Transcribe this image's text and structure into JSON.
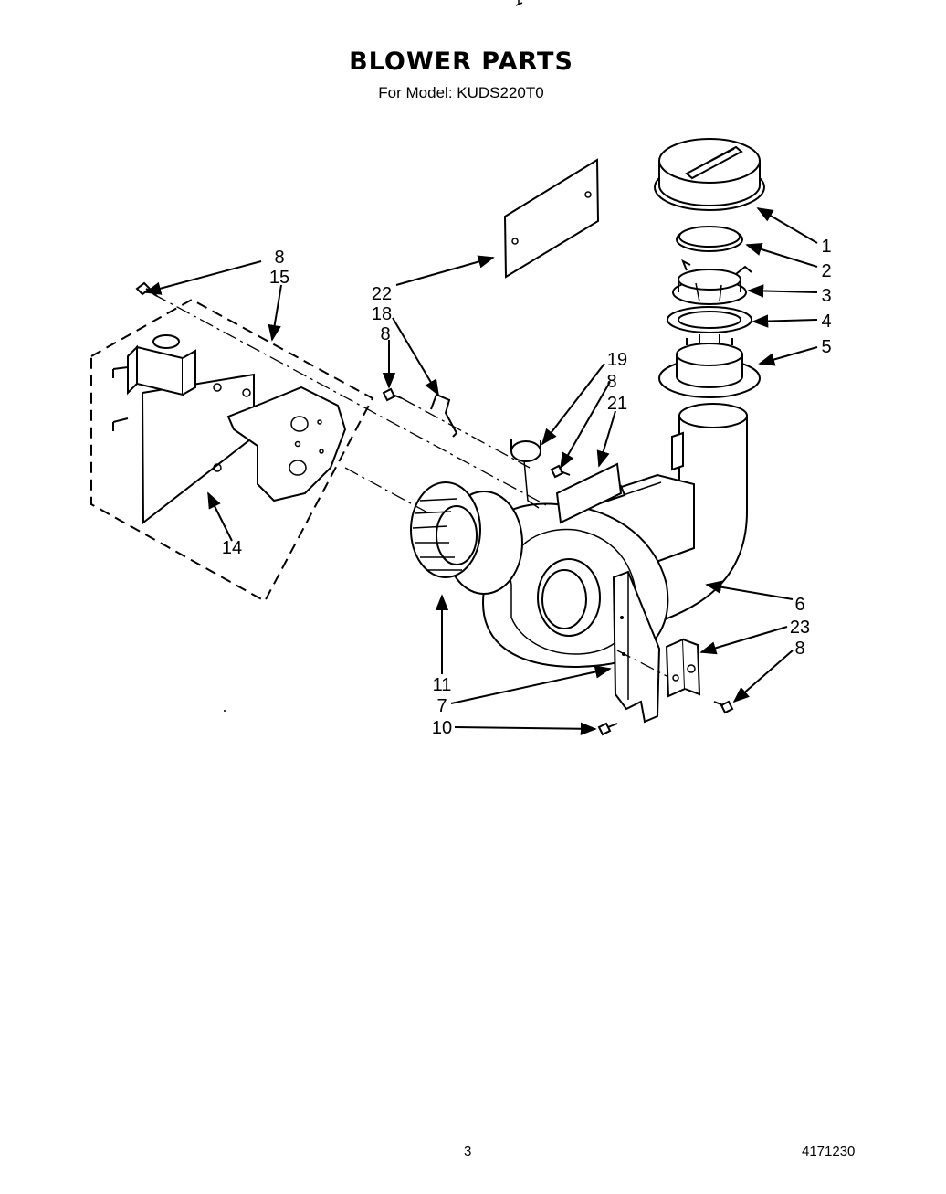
{
  "header": {
    "title": "BLOWER PARTS",
    "subtitle": "For Model: KUDS220T0"
  },
  "callouts": [
    {
      "id": "c1",
      "label": "1"
    },
    {
      "id": "c2",
      "label": "2"
    },
    {
      "id": "c3",
      "label": "3"
    },
    {
      "id": "c4",
      "label": "4"
    },
    {
      "id": "c5",
      "label": "5"
    },
    {
      "id": "c6",
      "label": "6"
    },
    {
      "id": "c23",
      "label": "23"
    },
    {
      "id": "c8r",
      "label": "8"
    },
    {
      "id": "c8a",
      "label": "8"
    },
    {
      "id": "c15",
      "label": "15"
    },
    {
      "id": "c22",
      "label": "22"
    },
    {
      "id": "c18",
      "label": "18"
    },
    {
      "id": "c8b",
      "label": "8"
    },
    {
      "id": "c19",
      "label": "19"
    },
    {
      "id": "c8c",
      "label": "8"
    },
    {
      "id": "c21",
      "label": "21"
    },
    {
      "id": "c14",
      "label": "14"
    },
    {
      "id": "c11",
      "label": "11"
    },
    {
      "id": "c7",
      "label": "7"
    },
    {
      "id": "c10",
      "label": "10"
    }
  ],
  "footer": {
    "page_number": "3",
    "document_number": "4171230"
  }
}
